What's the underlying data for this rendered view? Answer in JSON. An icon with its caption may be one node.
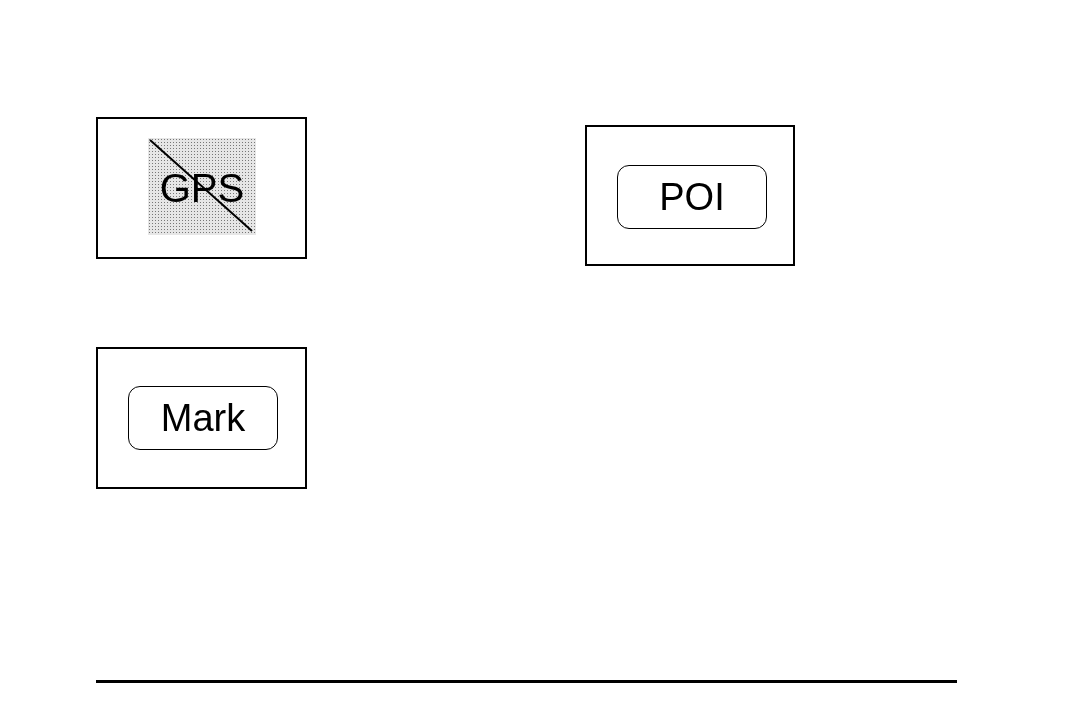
{
  "diagram": {
    "nodes": [
      {
        "text": [],
        "shape": "box"
      },
      {
        "text": [
          "GPS"
        ],
        "in": 0
      },
      {
        "text": [],
        "shape": "box"
      },
      {
        "text": [
          "POI"
        ],
        "in": 2
      },
      {
        "text": [],
        "shape": "box"
      },
      {
        "text": [
          "Mark"
        ],
        "in": 4
      }
    ]
  }
}
